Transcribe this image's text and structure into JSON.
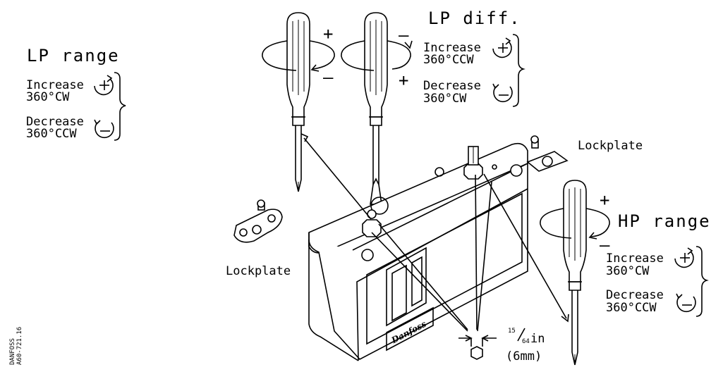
{
  "lp_range": {
    "title": "LP range",
    "increase_label": "Increase",
    "increase_angle": "360°CW",
    "decrease_label": "Decrease",
    "decrease_angle": "360°CCW"
  },
  "lp_diff": {
    "title": "LP diff.",
    "increase_label": "Increase",
    "increase_angle": "360°CCW",
    "decrease_label": "Decrease",
    "decrease_angle": "360°CW"
  },
  "hp_range": {
    "title": "HP range",
    "increase_label": "Increase",
    "increase_angle": "360°CW",
    "decrease_label": "Decrease",
    "decrease_angle": "360°CCW"
  },
  "lockplate_left": "Lockplate",
  "lockplate_right": "Lockplate",
  "hex_size": {
    "num": "15",
    "den": "64",
    "unit": " in",
    "metric": "(6mm)"
  },
  "brand_logo": "Danfoss",
  "footer": {
    "line1": "DANFOSS",
    "line2": "A60-721.16"
  },
  "signs": {
    "plus": "+",
    "minus": "–"
  }
}
